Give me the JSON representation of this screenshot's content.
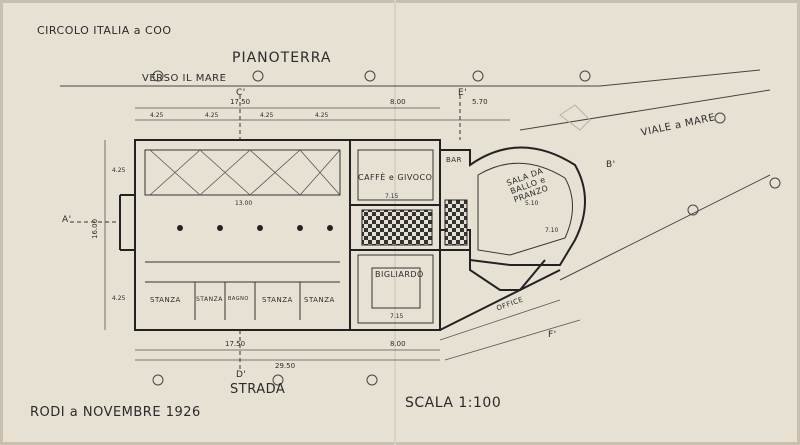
{
  "header": {
    "club": "CIRCOLO ITALIA a COO"
  },
  "plan": {
    "title": "PIANOTERRA",
    "north_label": "VERSO IL MARE",
    "south_label": "STRADA",
    "east_road": "VIALE a MARE"
  },
  "rooms": {
    "caffe": "CAFFÈ e GIVOCO",
    "sala": "SALA DA BALLO e PRANZO",
    "bigliardo": "BIGLIARDO",
    "bar": "BAR",
    "office": "OFFICE",
    "stanza": "STANZA",
    "bagno": "BAGNO"
  },
  "sections": {
    "a": "A'",
    "b": "B'",
    "c": "C'",
    "d": "D'",
    "e": "E'",
    "f": "F'"
  },
  "dimensions": {
    "top_total": "17.50",
    "top_mid": "8.00",
    "top_right": "5.70",
    "bays": [
      "4.25",
      "4.25",
      "4.25",
      "4.25"
    ],
    "side": "16.00",
    "side_upper": "4.25",
    "side_lower": "4.25",
    "bottom_total": "29.50",
    "bottom_left": "17.50",
    "bottom_mid": "8.00",
    "hall": "13.00",
    "caffe_w": "7.15",
    "bigl_w": "7.15",
    "sala_w": "7.10",
    "sala_d": "5.10"
  },
  "footer": {
    "place_date": "RODI a NOVEMBRE 1926",
    "scale": "SCALA 1:100"
  }
}
